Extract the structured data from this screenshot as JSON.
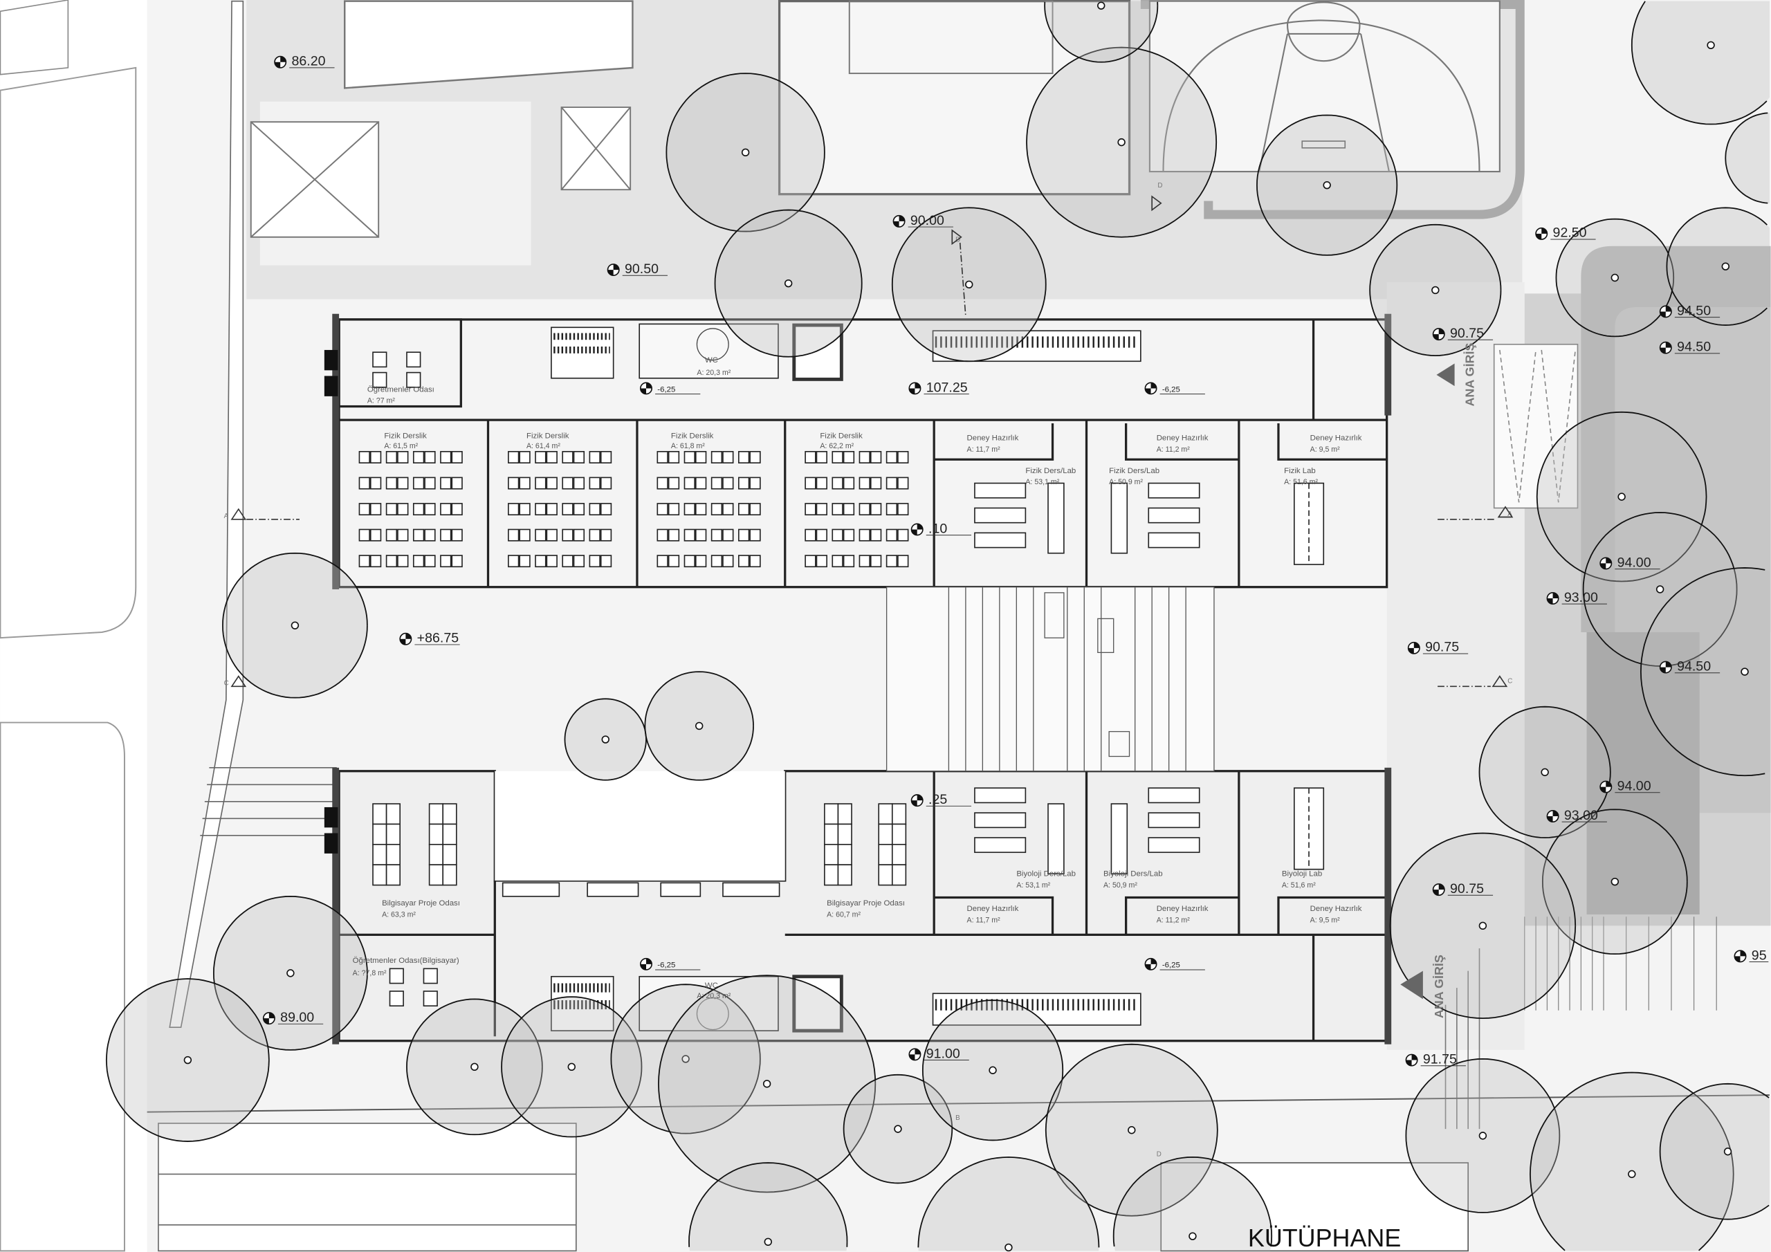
{
  "plan": {
    "library_label": "KÜTÜPHANE",
    "entrance_labels": [
      "ANA GİRİŞ",
      "ANA GİRİŞ"
    ],
    "section_marks": [
      "A",
      "C",
      "A",
      "C",
      "D",
      "D",
      "D",
      "B"
    ],
    "rooms": [
      {
        "name": "Öğretmenler Odası",
        "area": "A:  ?7 m²"
      },
      {
        "name": "Fizik Derslik",
        "area": "A:  61,5 m²"
      },
      {
        "name": "Fizik Derslik",
        "area": "A:  61,4 m²"
      },
      {
        "name": "Fizik Derslik",
        "area": "A:  61,8 m²"
      },
      {
        "name": "Fizik Derslik",
        "area": "A:  62,2 m²"
      },
      {
        "name": "Deney Hazırlık",
        "area": "A:     11,7 m²"
      },
      {
        "name": "Deney Hazırlık",
        "area": "A:     11,2 m²"
      },
      {
        "name": "Deney Hazırlık",
        "area": "A:     9,5 m²"
      },
      {
        "name": "Fizik Ders/Lab",
        "area": "A:    53,1 m²"
      },
      {
        "name": "Fizik Ders/Lab",
        "area": "A:    50,9 m²"
      },
      {
        "name": "Fizik Lab",
        "area": "A: 51,6 m²"
      },
      {
        "name": "WC",
        "area": "A: 20,3 m²"
      },
      {
        "name": "Bilgisayar Proje Odası",
        "area": "A:          63,3 m²"
      },
      {
        "name": "Öğretmenler Odası(Bilgisayar)",
        "area": "A:        ?7,8 m²"
      },
      {
        "name": "Bilgisayar Proje Odası",
        "area": "A:          60,7 m²"
      },
      {
        "name": "Biyoloji Ders/Lab",
        "area": "A:    53,1 m²"
      },
      {
        "name": "Biyoloji Ders/Lab",
        "area": "A:    50,9 m²"
      },
      {
        "name": "Biyoloji Lab",
        "area": "A: 51,6 m²"
      },
      {
        "name": "Deney Hazırlık",
        "area": "A:     11,7 m²"
      },
      {
        "name": "Deney Hazırlık",
        "area": "A:     11,2 m²"
      },
      {
        "name": "Deney Hazırlık",
        "area": "A:     9,5 m²"
      },
      {
        "name": "WC",
        "area": "A: 20,3 m²"
      }
    ],
    "levels": [
      "86.20",
      "90.50",
      "90.00",
      "92.50",
      "90.75",
      "94.50",
      "94.50",
      "107.25",
      "-6,25",
      "-6,25",
      ".10",
      "+86.75",
      "90.75",
      "94.00",
      "93.00",
      "94.50",
      "94.00",
      "93.00",
      "90.75",
      "95",
      "-6,25",
      "-6,25",
      "89.00",
      "91.00",
      "91.75",
      ".25"
    ]
  }
}
